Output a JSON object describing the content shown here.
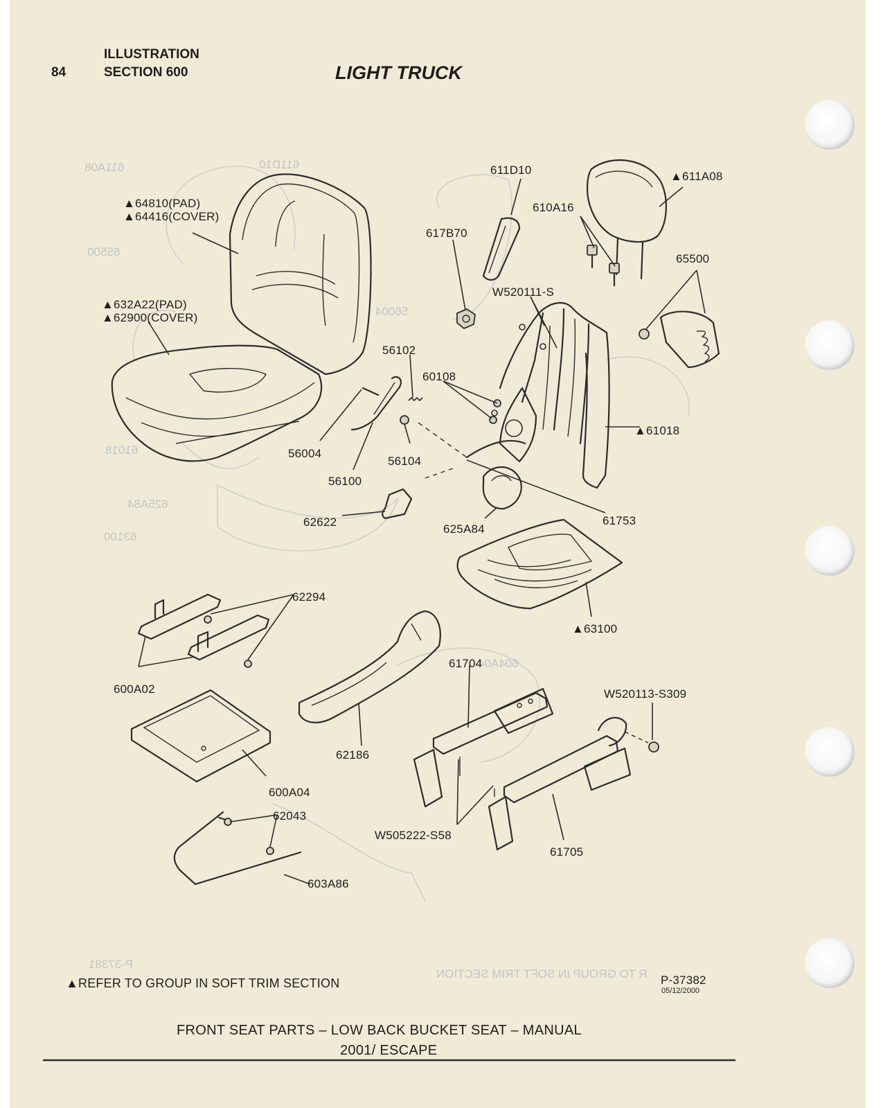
{
  "header": {
    "page_number": "84",
    "section_line1": "ILLUSTRATION",
    "section_line2": "SECTION 600",
    "title": "LIGHT TRUCK"
  },
  "callouts": {
    "pad_64810": "▲64810(PAD)",
    "cover_64416": "▲64416(COVER)",
    "pad_632A22": "▲632A22(PAD)",
    "cover_62900": "▲62900(COVER)",
    "c611D10": "611D10",
    "c611A08": "▲611A08",
    "c610A16": "610A16",
    "c617B70": "617B70",
    "c65500": "65500",
    "cW520111": "W520111-S",
    "c56102": "56102",
    "c60108": "60108",
    "c61018": "▲61018",
    "c56004": "56004",
    "c56104": "56104",
    "c56100": "56100",
    "c61753": "61753",
    "c62622": "62622",
    "c625A84": "625A84",
    "c62294": "62294",
    "c63100": "▲63100",
    "c600A02": "600A02",
    "c61704": "61704",
    "cW520113": "W520113-S309",
    "c62186": "62186",
    "c600A04": "600A04",
    "c62043": "62043",
    "cW505222": "W505222-S58",
    "c61705": "61705",
    "c603A86": "603A86"
  },
  "footer": {
    "note": "▲REFER TO GROUP IN SOFT TRIM SECTION",
    "ref_code": "P-37382",
    "ref_date": "05/12/2000",
    "caption": "FRONT SEAT PARTS – LOW BACK BUCKET SEAT – MANUAL",
    "model": "2001/ ESCAPE"
  },
  "bleed_through": {
    "t1": "611A08",
    "t2": "611D10",
    "t3": "65500",
    "t4": "56004",
    "t5": "61018",
    "t6": "625A84",
    "t7": "63100",
    "t8": "604A04",
    "t9": "P-37381",
    "t10": "R TO GROUP IN SOFT TRIM SECTION"
  }
}
